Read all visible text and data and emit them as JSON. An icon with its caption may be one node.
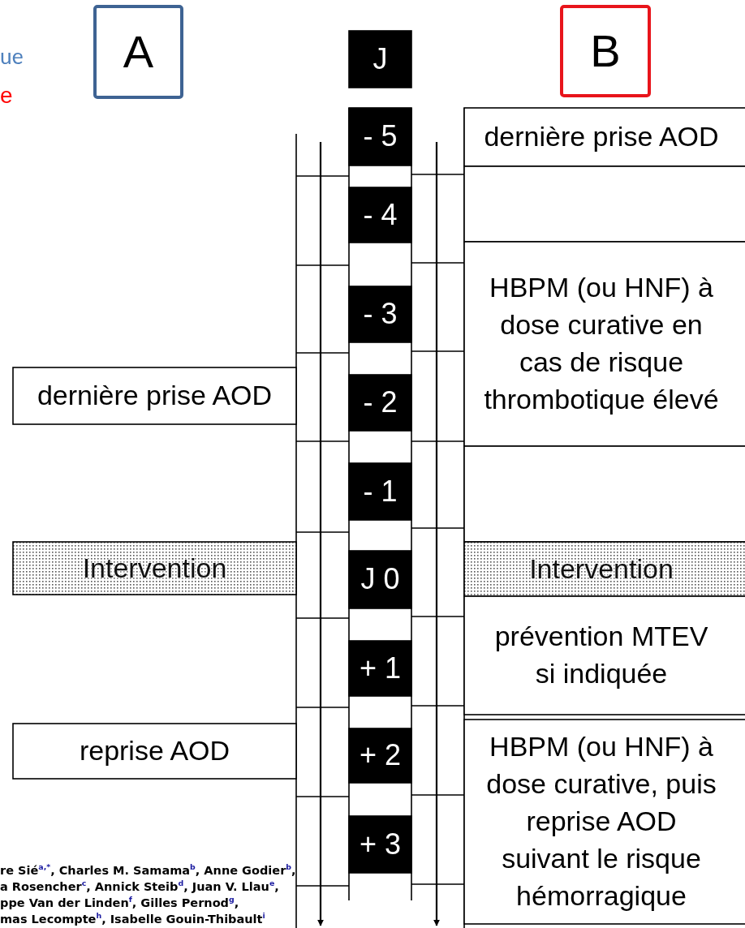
{
  "diagram": {
    "nodes": [
      {
        "text": [
          "A"
        ]
      },
      {
        "text": [
          "J"
        ]
      },
      {
        "text": [
          "B"
        ]
      },
      {
        "text": [
          "- 5"
        ]
      },
      {
        "text": [
          "- 4"
        ]
      },
      {
        "text": [
          "- 3"
        ]
      },
      {
        "text": [
          "- 2"
        ]
      },
      {
        "text": [
          "- 1"
        ]
      },
      {
        "text": [
          "J 0"
        ]
      },
      {
        "text": [
          "+ 1"
        ]
      },
      {
        "text": [
          "+ 2"
        ]
      },
      {
        "text": [
          "+ 3"
        ]
      },
      {
        "text": [
          "dernière prise AOD"
        ]
      },
      {
        "text": [
          "Intervention"
        ]
      },
      {
        "text": [
          "reprise AOD"
        ]
      },
      {
        "text": [
          "dernière prise AOD"
        ]
      },
      {
        "text": [],
        "shape": "box"
      },
      {
        "text": [
          "HBPM (ou HNF) à dose curative en cas de risque thrombotique élevé"
        ]
      },
      {
        "text": [],
        "shape": "box"
      },
      {
        "text": [
          "Intervention"
        ]
      },
      {
        "text": [
          "prévention MTEV si indiquée"
        ]
      },
      {
        "text": [
          "HBPM (ou HNF) à dose curative, puis reprise AOD suivant le risque hémorragique"
        ]
      }
    ],
    "labels": [
      "ue",
      "e",
      "re Sié$^{a,*}$, Charles M. Samama$^{b}$, Anne Godier$^{b}$,",
      "a Rosencher$^{c}$, Annick Steib$^{d}$, Juan V. Llau$^{e}$,",
      "ppe Van der Linden$^{f}$, Gilles Pernod$^{g}$,",
      "mas Lecompte$^{h}$, Isabelle Gouin-Thibault$^{i}$"
    ]
  }
}
